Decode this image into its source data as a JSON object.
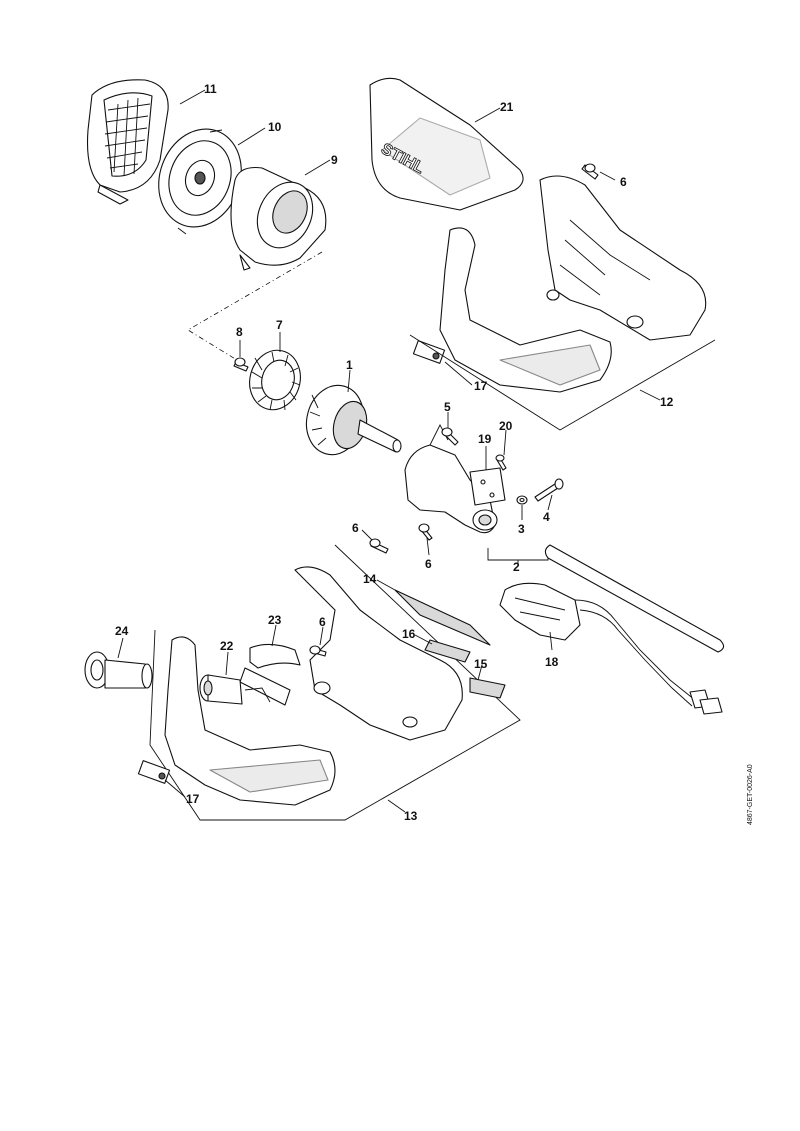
{
  "brand": "STIHL",
  "doc_code": "4867-GET-0026-A0",
  "callouts": [
    {
      "n": "11"
    },
    {
      "n": "10"
    },
    {
      "n": "9"
    },
    {
      "n": "21"
    },
    {
      "n": "6"
    },
    {
      "n": "8"
    },
    {
      "n": "7"
    },
    {
      "n": "1"
    },
    {
      "n": "17"
    },
    {
      "n": "12"
    },
    {
      "n": "5"
    },
    {
      "n": "19"
    },
    {
      "n": "20"
    },
    {
      "n": "4"
    },
    {
      "n": "3"
    },
    {
      "n": "2"
    },
    {
      "n": "6"
    },
    {
      "n": "6"
    },
    {
      "n": "14"
    },
    {
      "n": "23"
    },
    {
      "n": "6"
    },
    {
      "n": "24"
    },
    {
      "n": "22"
    },
    {
      "n": "16"
    },
    {
      "n": "15"
    },
    {
      "n": "18"
    },
    {
      "n": "17"
    },
    {
      "n": "13"
    }
  ]
}
